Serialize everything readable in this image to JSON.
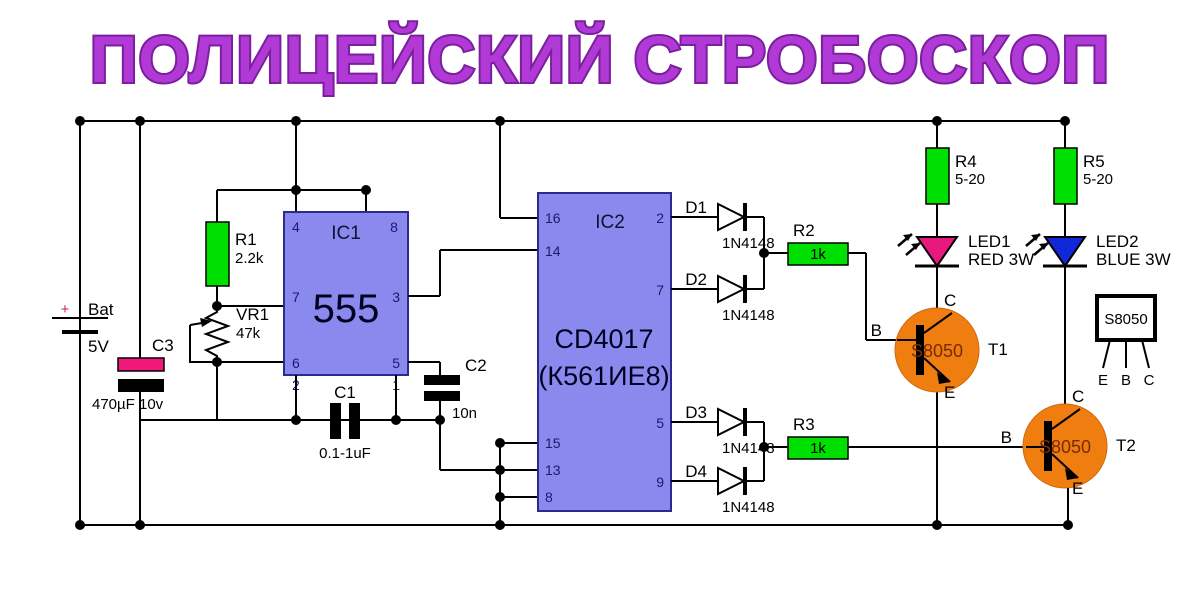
{
  "title": "ПОЛИЦЕЙСКИЙ СТРОБОСКОП",
  "colors": {
    "title_fill": "#b13ad6",
    "title_stroke": "#7a1f9e",
    "ic_body": "#8a8aee",
    "ic_border": "#2b2b8f",
    "resistor": "#00e000",
    "transistor": "#f07d10",
    "led_red": "#e8197d",
    "led_blue": "#1028d8",
    "cap_pink": "#f0187a",
    "wire": "#000000"
  },
  "power": {
    "battery_label": "Bat",
    "battery_voltage": "5V",
    "battery_polarity": "+"
  },
  "capacitors": [
    {
      "ref": "C3",
      "value": "470µF 10v",
      "type": "electrolytic"
    },
    {
      "ref": "C1",
      "value": "0.1-1uF",
      "type": "film"
    },
    {
      "ref": "C2",
      "value": "10n",
      "type": "film"
    }
  ],
  "resistors": [
    {
      "ref": "R1",
      "value": "2.2k"
    },
    {
      "ref": "R2",
      "value": "1k"
    },
    {
      "ref": "R3",
      "value": "1k"
    },
    {
      "ref": "R4",
      "value": "5-20"
    },
    {
      "ref": "R5",
      "value": "5-20"
    }
  ],
  "potentiometer": {
    "ref": "VR1",
    "value": "47k"
  },
  "ics": [
    {
      "ref": "IC1",
      "part": "555",
      "pins_top": [
        "4",
        "8"
      ],
      "pins_left": [
        "7",
        "6"
      ],
      "pins_right": [
        "3",
        "5"
      ],
      "pins_bottom": [
        "2",
        "1"
      ]
    },
    {
      "ref": "IC2",
      "part": "CD4017",
      "part_alt": "(К561ИЕ8)",
      "pins_left_top": [
        "16",
        "14"
      ],
      "pins_left_bottom": [
        "15",
        "13",
        "8"
      ],
      "pins_right": [
        "2",
        "7",
        "5",
        "9"
      ]
    }
  ],
  "diodes": [
    {
      "ref": "D1",
      "value": "1N4148"
    },
    {
      "ref": "D2",
      "value": "1N4148"
    },
    {
      "ref": "D3",
      "value": "1N4148"
    },
    {
      "ref": "D4",
      "value": "1N4148"
    }
  ],
  "transistors": [
    {
      "ref": "T1",
      "part": "S8050",
      "terminals": [
        "B",
        "C",
        "E"
      ]
    },
    {
      "ref": "T2",
      "part": "S8050",
      "terminals": [
        "B",
        "C",
        "E"
      ]
    }
  ],
  "leds": [
    {
      "ref": "LED1",
      "spec": "RED 3W"
    },
    {
      "ref": "LED2",
      "spec": "BLUE 3W"
    }
  ],
  "pinout_box": {
    "part": "S8050",
    "pins": [
      "E",
      "B",
      "C"
    ]
  }
}
